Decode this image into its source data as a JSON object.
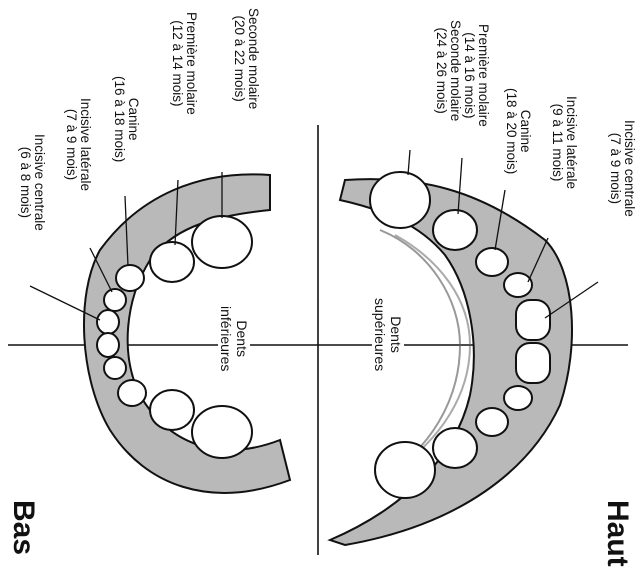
{
  "upper": {
    "title": "Haut",
    "center_label": [
      "Dents",
      "supérieures"
    ],
    "teeth": [
      {
        "name": "Incisive centrale",
        "age": "(7 à 9 mois)"
      },
      {
        "name": "Incisive latérale",
        "age": "(9 à 11 mois)"
      },
      {
        "name": "Canine",
        "age": "(18 à 20 mois)"
      },
      {
        "name": "Première molaire",
        "age": "(14 à 16 mois)"
      },
      {
        "name": "Seconde molaire",
        "age": "(24 à 26 mois)"
      }
    ]
  },
  "lower": {
    "title": "Bas",
    "center_label": [
      "Dents",
      "inférieures"
    ],
    "teeth": [
      {
        "name": "Seconde molaire",
        "age": "(20 à 22 mois)"
      },
      {
        "name": "Première molaire",
        "age": "(12 à 14 mois)"
      },
      {
        "name": "Canine",
        "age": "(16 à 18 mois)"
      },
      {
        "name": "Incisive latérale",
        "age": "(7 à 9 mois)"
      },
      {
        "name": "Incisive centrale",
        "age": "(6 à 8 mois)"
      }
    ]
  }
}
